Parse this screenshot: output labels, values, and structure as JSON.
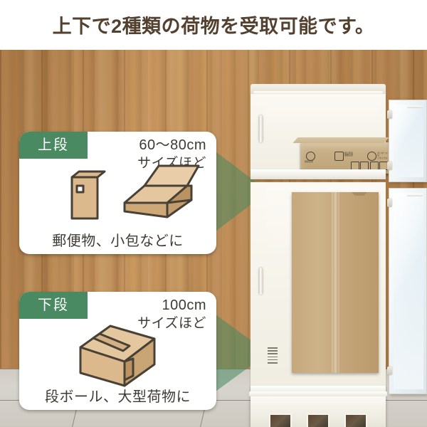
{
  "headline": "上下で2種類の荷物を受取可能です。",
  "colors": {
    "headline_text": "#53402f",
    "badge_green": "#4a8a62",
    "arrow_green": "rgba(70,136,96,0.55)",
    "card_background": "#ffffff",
    "card_text": "#3f3a33",
    "wood_wall": "#c08a52",
    "floor_tile": "#d2cec6",
    "locker_white": "#f7f5ee",
    "cardboard": "#c5a87c",
    "cavity_dark": "#6f6b62"
  },
  "cards": [
    {
      "badge": "上段",
      "size_line1": "60〜80cm",
      "size_line2": "サイズほど",
      "caption": "郵便物、小包などに",
      "illustrations": [
        "envelope-parcel-icon",
        "flat-open-box-icon"
      ]
    },
    {
      "badge": "下段",
      "size_line1": "100cm",
      "size_line2": "サイズほど",
      "caption": "段ボール、大型荷物に",
      "illustrations": [
        "large-cardboard-box-icon"
      ]
    }
  ],
  "scene": {
    "arrows": [
      "arrow-to-upper-compartment",
      "arrow-to-lower-compartment"
    ],
    "locker": {
      "upper_compartment_content": "flat-cardboard-parcel",
      "lower_compartment_content": "large-cardboard-box",
      "door_count": 2,
      "base_vent_count": 3,
      "handle_count": 2
    }
  }
}
